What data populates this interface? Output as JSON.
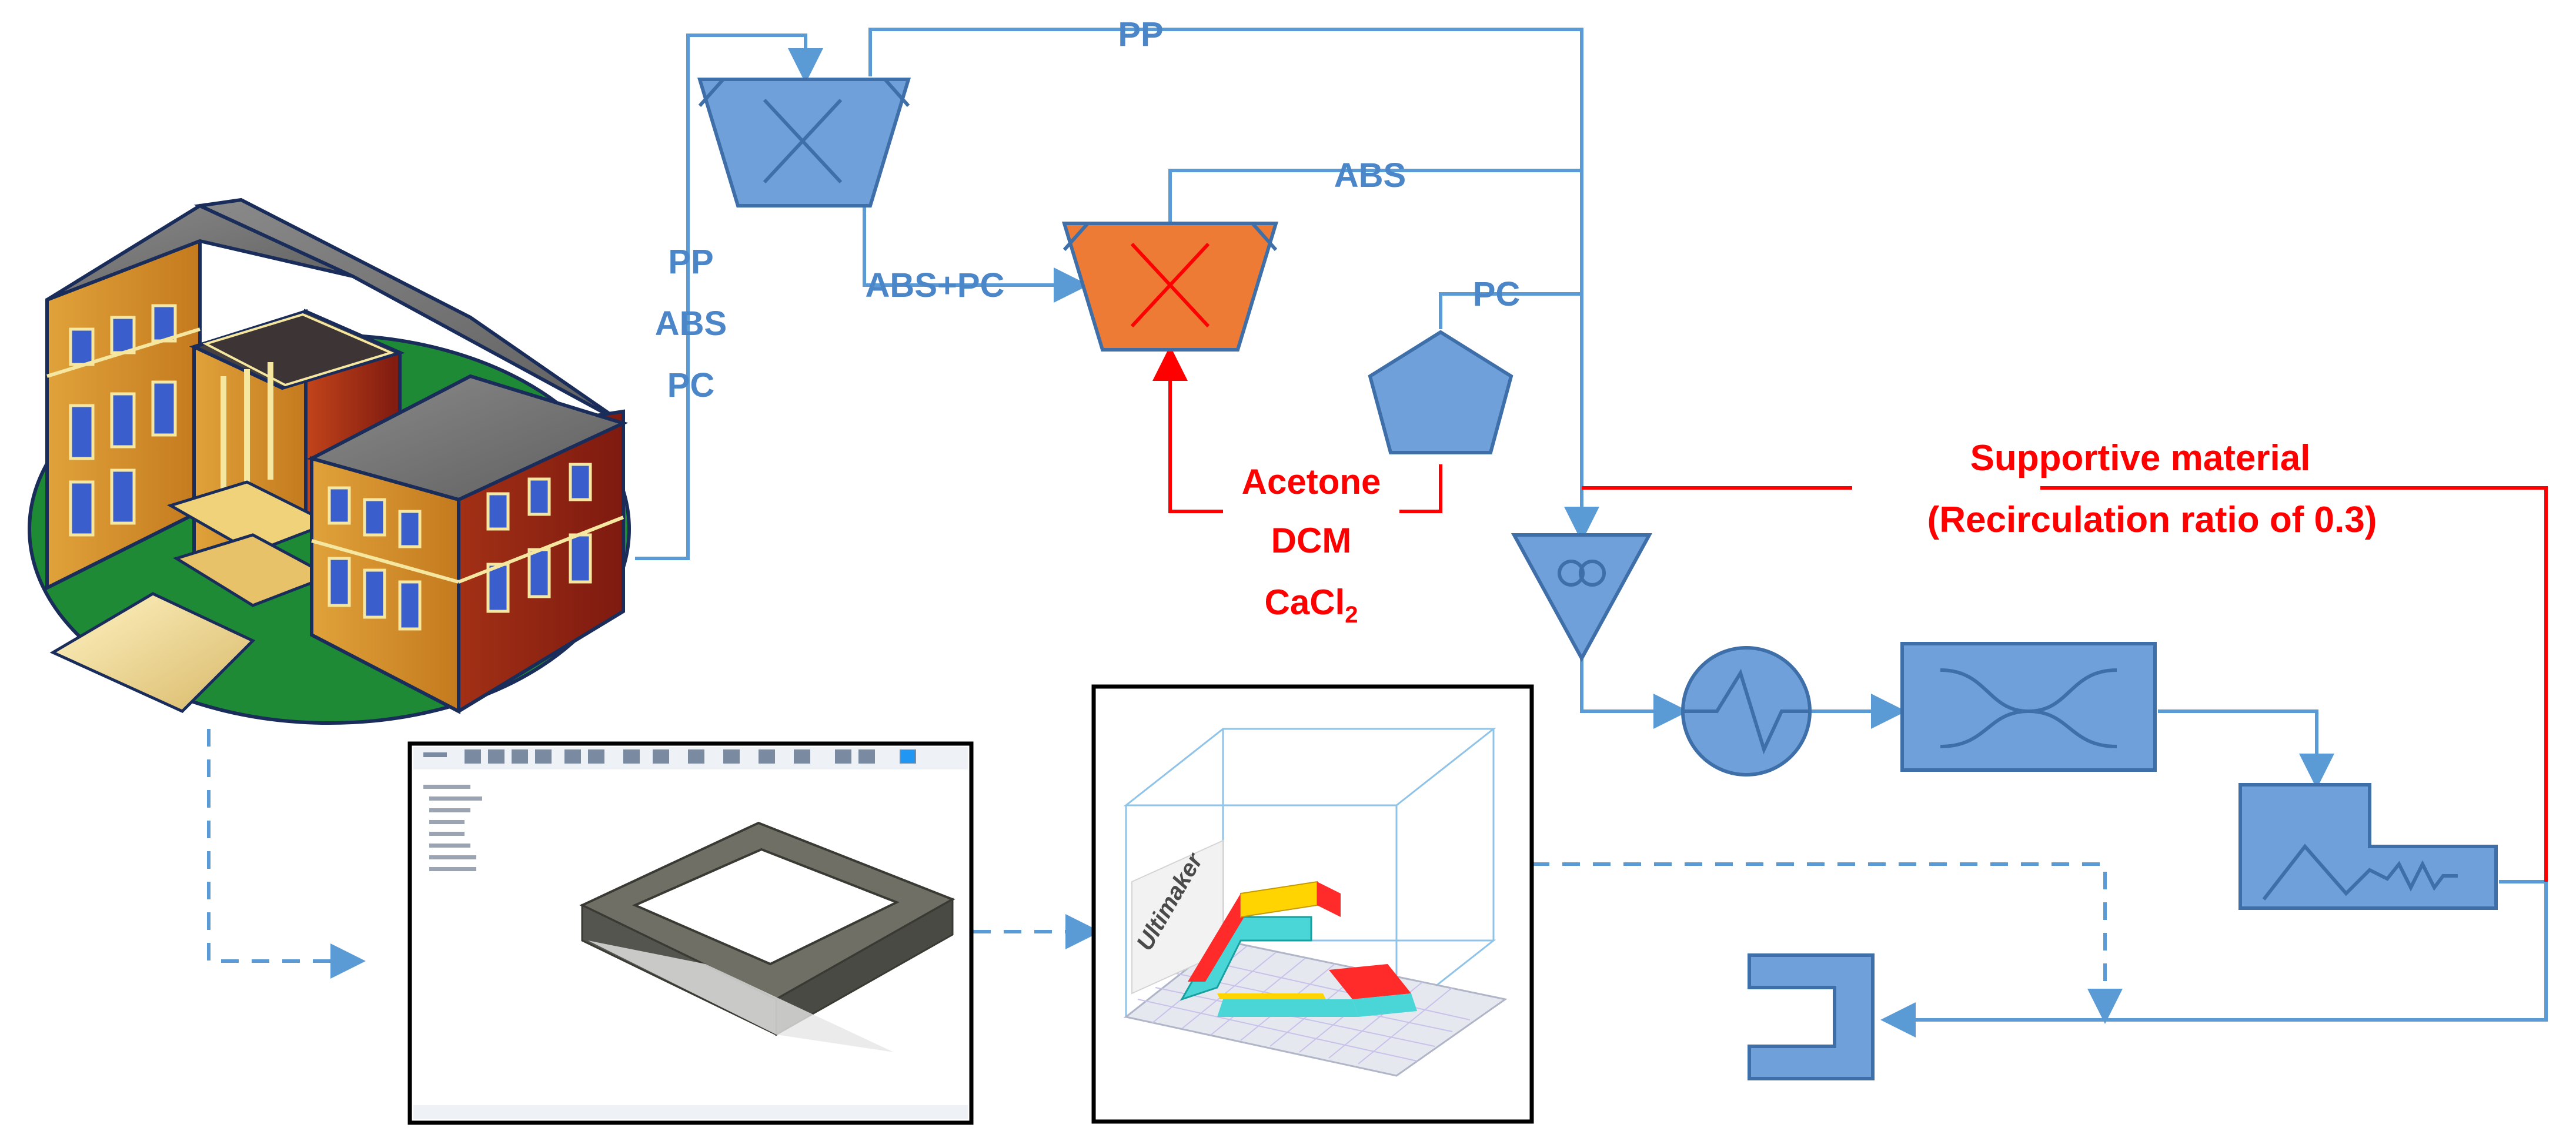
{
  "colors": {
    "blue_line": "#5b9bd5",
    "unit_fill": "#6fa0da",
    "unit_stroke": "#3e6fa8",
    "red": "#ff0000",
    "orange": "#ee7b35",
    "label_blue": "#4a86c8"
  },
  "labels": {
    "pp_top": "PP",
    "abs_top": "ABS",
    "pc_right": "PC",
    "mix_stack": [
      "PP",
      "ABS",
      "PC"
    ],
    "abs_pc": "ABS+PC",
    "solvents": [
      "Acetone",
      "DCM",
      "CaCl"
    ],
    "solvent_subscript": "2",
    "supportive_line1": "Supportive material",
    "supportive_line2": "(Recirculation ratio of 0.3)"
  },
  "icons": {
    "building": "school-building-icon",
    "cad": "cad-software-screenshot",
    "slicer": "slicer-3d-print-preview"
  },
  "cad_screenshot_text": {
    "watermark": "Ultimaker"
  }
}
